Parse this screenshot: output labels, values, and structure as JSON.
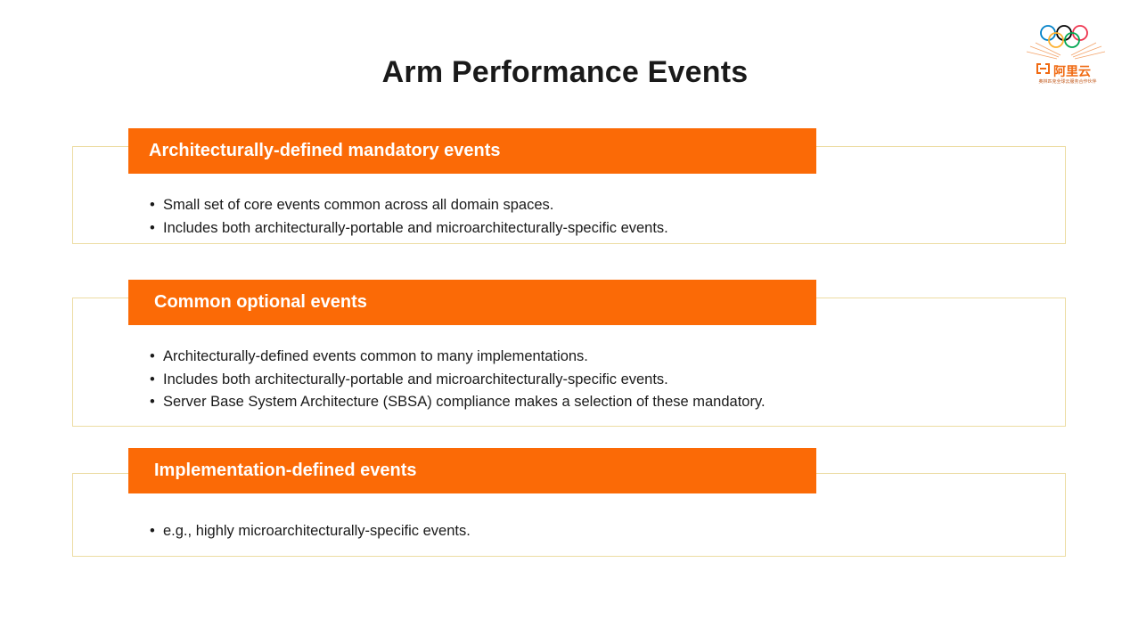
{
  "title": "Arm Performance Events",
  "logo": {
    "brand_text": "阿里云",
    "brand_glyph": "(-)",
    "subtitle": "奥林匹克全球云服务合作伙伴",
    "ring_colors": [
      "#0081c8",
      "#fcb131",
      "#000000",
      "#00a651",
      "#ee334e"
    ],
    "accent": "#f06a12"
  },
  "sections": [
    {
      "heading": "Architecturally-defined mandatory events",
      "bullets": [
        "Small set of core events common across all domain spaces.",
        "Includes both architecturally-portable and microarchitecturally-specific events."
      ]
    },
    {
      "heading": "Common optional events",
      "bullets": [
        "Architecturally-defined events common to many implementations.",
        "Includes both architecturally-portable and microarchitecturally-specific events.",
        "Server Base System Architecture (SBSA) compliance makes a selection of these mandatory."
      ]
    },
    {
      "heading": "Implementation-defined events",
      "bullets": [
        "e.g., highly microarchitecturally-specific events."
      ]
    }
  ],
  "colors": {
    "header_bg": "#fb6a06",
    "header_text": "#ffffff",
    "box_border": "#ecdca2",
    "title_text": "#1a1a1a"
  }
}
